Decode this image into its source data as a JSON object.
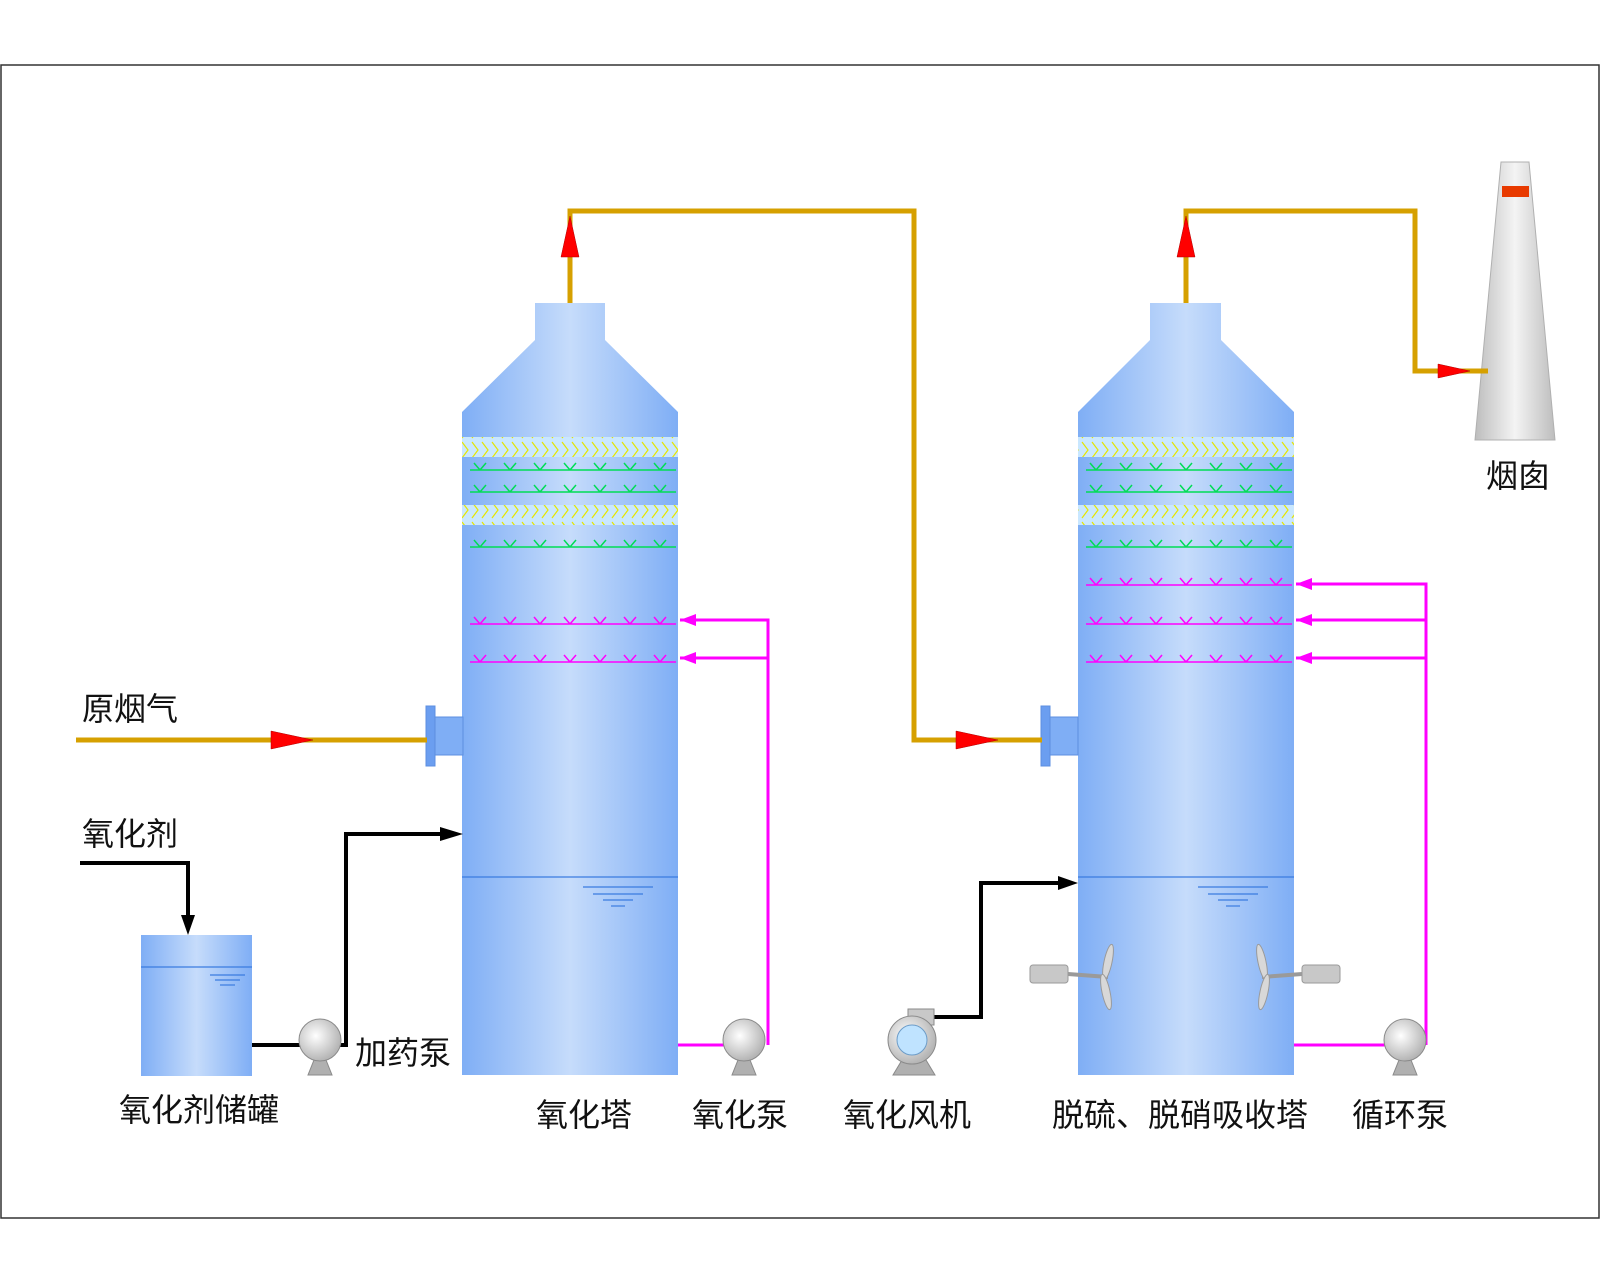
{
  "labels": {
    "raw_flue_gas": "原烟气",
    "oxidant": "氧化剂",
    "oxidant_tank": "氧化剂储罐",
    "dosing_pump": "加药泵",
    "oxidation_tower": "氧化塔",
    "oxidation_pump": "氧化泵",
    "oxidation_fan": "氧化风机",
    "absorber_tower": "脱硫、脱硝吸收塔",
    "circulation_pump": "循环泵",
    "chimney": "烟囱"
  },
  "colors": {
    "flue_gas_pipe": "#D6A000",
    "slurry_pipe": "#FF00FF",
    "reagent_pipe": "#000000",
    "flow_arrow": "#FF0000",
    "tower_body": "#7FAEF5",
    "demister": "#FFFF66",
    "spray_layer_green": "#00DD55",
    "spray_layer_magenta": "#FF00FF"
  },
  "icons": {
    "pump": "centrifugal-pump-icon",
    "fan": "blower-fan-icon",
    "agitator": "side-entry-agitator-icon",
    "chimney": "chimney-stack-icon"
  }
}
